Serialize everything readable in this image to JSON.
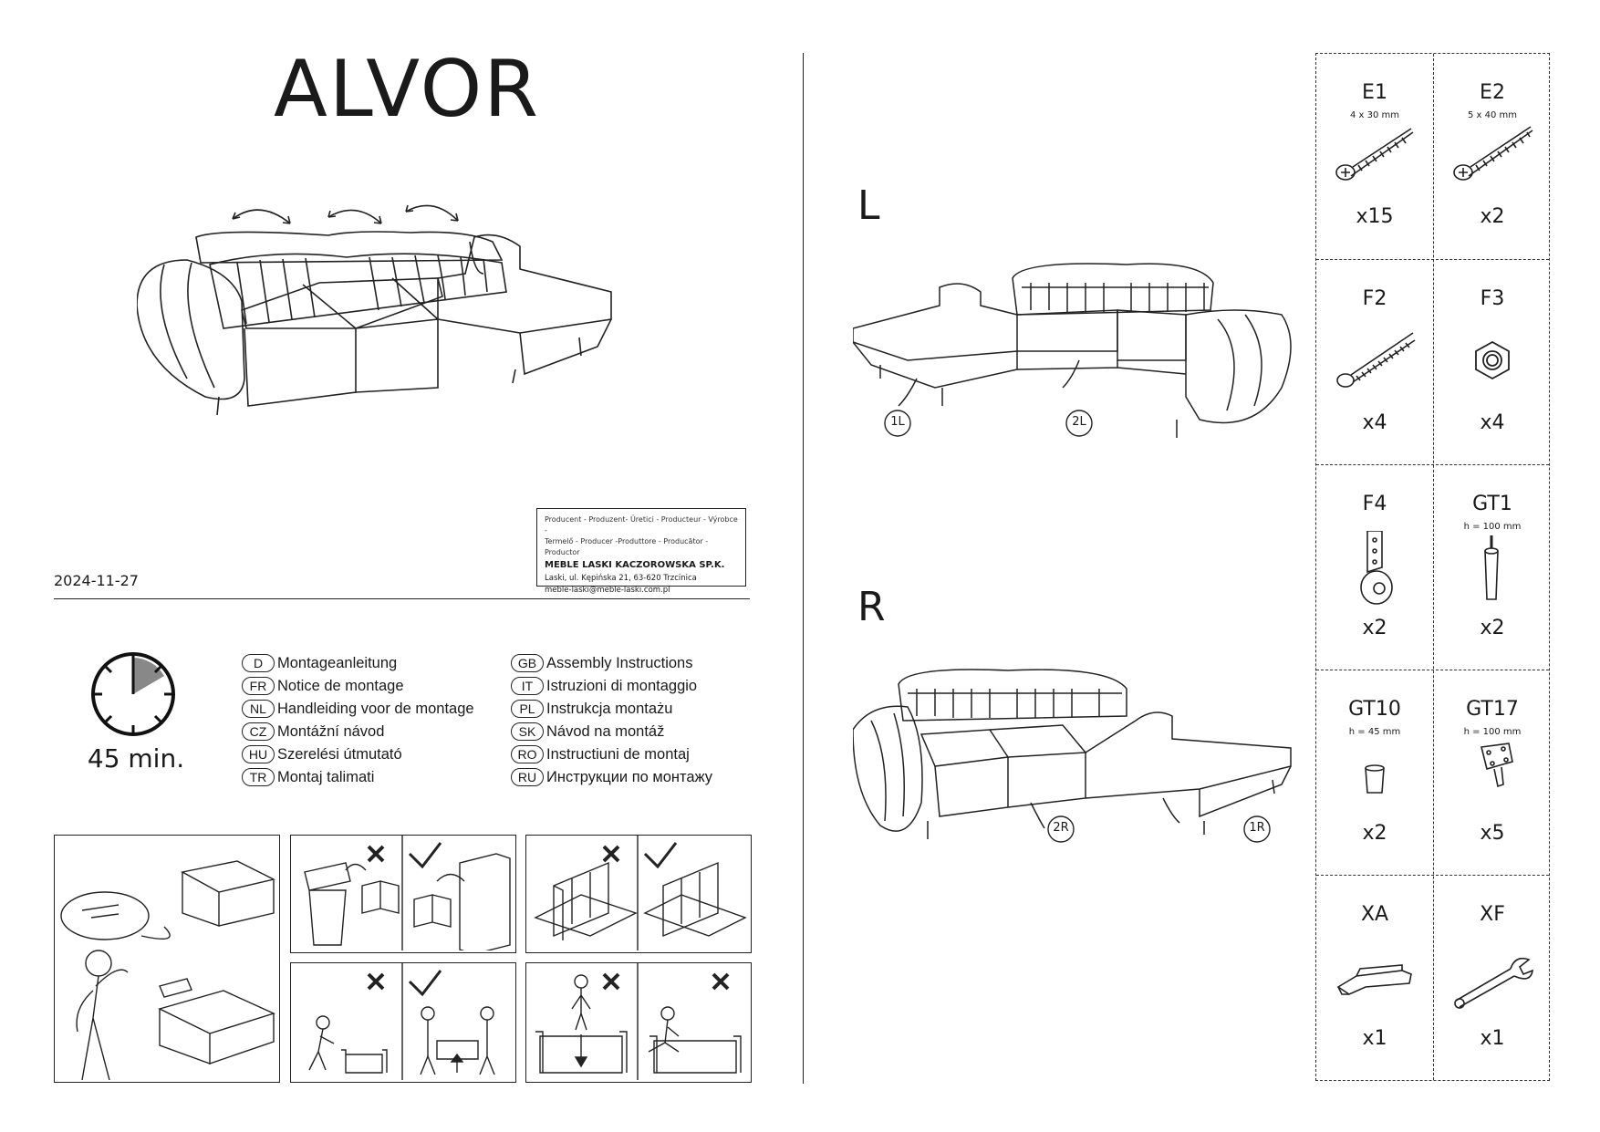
{
  "title": "ALVOR",
  "date": "2024-11-27",
  "producer": {
    "line1": "Producent - Produzent- Üretici - Producteur - Výrobce -",
    "line2": "Termelő - Producer -Produttore - Producător - Productor",
    "company": "MEBLE LASKI KACZOROWSKA SP.K.",
    "address": "Laski, ul. Kępińska 21, 63-620 Trzcinica",
    "email": "meble-laski@meble-laski.com.pl"
  },
  "duration": "45 min.",
  "languages_left": [
    {
      "code": "D",
      "text": "Montageanleitung"
    },
    {
      "code": "FR",
      "text": "Notice de montage"
    },
    {
      "code": "NL",
      "text": "Handleiding voor de montage"
    },
    {
      "code": "CZ",
      "text": "Montážní návod"
    },
    {
      "code": "HU",
      "text": "Szerelési útmutató"
    },
    {
      "code": "TR",
      "text": "Montaj talimati"
    }
  ],
  "languages_right": [
    {
      "code": "GB",
      "text": "Assembly Instructions"
    },
    {
      "code": "IT",
      "text": "Istruzioni di montaggio"
    },
    {
      "code": "PL",
      "text": "Instrukcja montażu"
    },
    {
      "code": "SK",
      "text": "Návod na montáž"
    },
    {
      "code": "RO",
      "text": "Instructiuni de montaj"
    },
    {
      "code": "RU",
      "text": "Инструкции по монтажу"
    }
  ],
  "variants": {
    "left_letter": "L",
    "right_letter": "R",
    "left_parts": [
      "1L",
      "2L"
    ],
    "right_parts": [
      "2R",
      "1R"
    ]
  },
  "parts": [
    {
      "code": "E1",
      "spec": "4 x 30 mm",
      "qty": "x15",
      "icon": "screw-icon"
    },
    {
      "code": "E2",
      "spec": "5 x 40 mm",
      "qty": "x2",
      "icon": "screw-icon"
    },
    {
      "code": "F2",
      "spec": "",
      "qty": "x4",
      "icon": "bolt-icon"
    },
    {
      "code": "F3",
      "spec": "",
      "qty": "x4",
      "icon": "nut-icon"
    },
    {
      "code": "F4",
      "spec": "",
      "qty": "x2",
      "icon": "bracket-icon"
    },
    {
      "code": "GT1",
      "spec": "h = 100 mm",
      "qty": "x2",
      "icon": "leg-icon"
    },
    {
      "code": "GT10",
      "spec": "h = 45 mm",
      "qty": "x2",
      "icon": "short-leg-icon"
    },
    {
      "code": "GT17",
      "spec": "h = 100 mm",
      "qty": "x5",
      "icon": "angled-leg-icon"
    },
    {
      "code": "XA",
      "spec": "",
      "qty": "x1",
      "icon": "hex-key-icon"
    },
    {
      "code": "XF",
      "spec": "",
      "qty": "x1",
      "icon": "wrench-icon"
    }
  ]
}
